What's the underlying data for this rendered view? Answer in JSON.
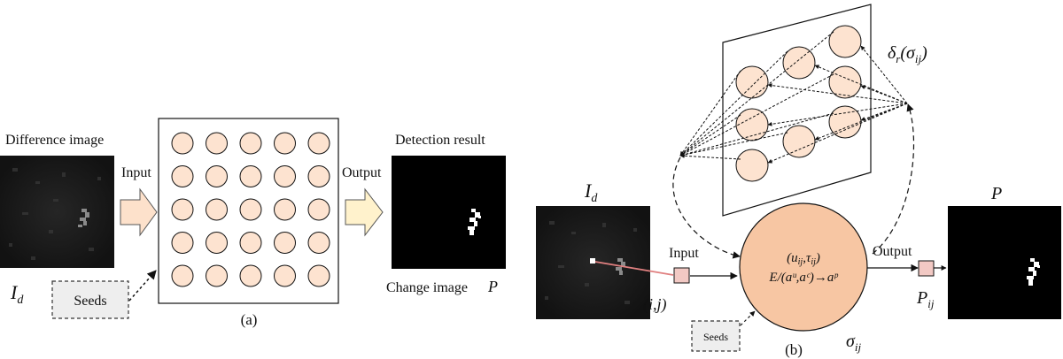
{
  "panel_a": {
    "difference_image_label": "Difference image",
    "id_label": {
      "main": "I",
      "sub": "d"
    },
    "input_label": "Input",
    "output_label": "Output",
    "detection_result_label": "Detection result",
    "change_image_label": "Change image",
    "p_label": "P",
    "seeds_label": "Seeds",
    "caption": "(a)",
    "grid": {
      "rows": 5,
      "cols": 5
    }
  },
  "panel_b": {
    "id_label": {
      "main": "I",
      "sub": "d"
    },
    "p_label": "P",
    "input_label": "Input",
    "output_label": "Output",
    "pixel_coord_label": "(i,j)",
    "neuron_state": {
      "main": "(u",
      "sub1": "ij",
      "mid": ",τ",
      "sub2": "ij",
      "end": ")"
    },
    "neuron_rule": "E/(aᵘ,aᶜ)→aᵖ",
    "sigma_label": {
      "main": "σ",
      "sub": "ij"
    },
    "pij_label": {
      "main": "P",
      "sub": "ij"
    },
    "delta_label": {
      "main": "δ",
      "sub": "r",
      "arg_open": "(σ",
      "arg_sub": "ij",
      "arg_close": ")"
    },
    "seeds_label": "Seeds",
    "caption": "(b)"
  },
  "colors": {
    "neuron_fill": "#fde3d0",
    "big_neuron_fill": "#f7c6a3",
    "arrow_fill_input": "#fde1cb",
    "arrow_fill_output": "#fff2cc",
    "pixel_box_fill": "#f2c9c4",
    "pixel_link": "#e08080",
    "seeds_fill": "#eeeeee",
    "image_bg": "#0a0a0a"
  }
}
